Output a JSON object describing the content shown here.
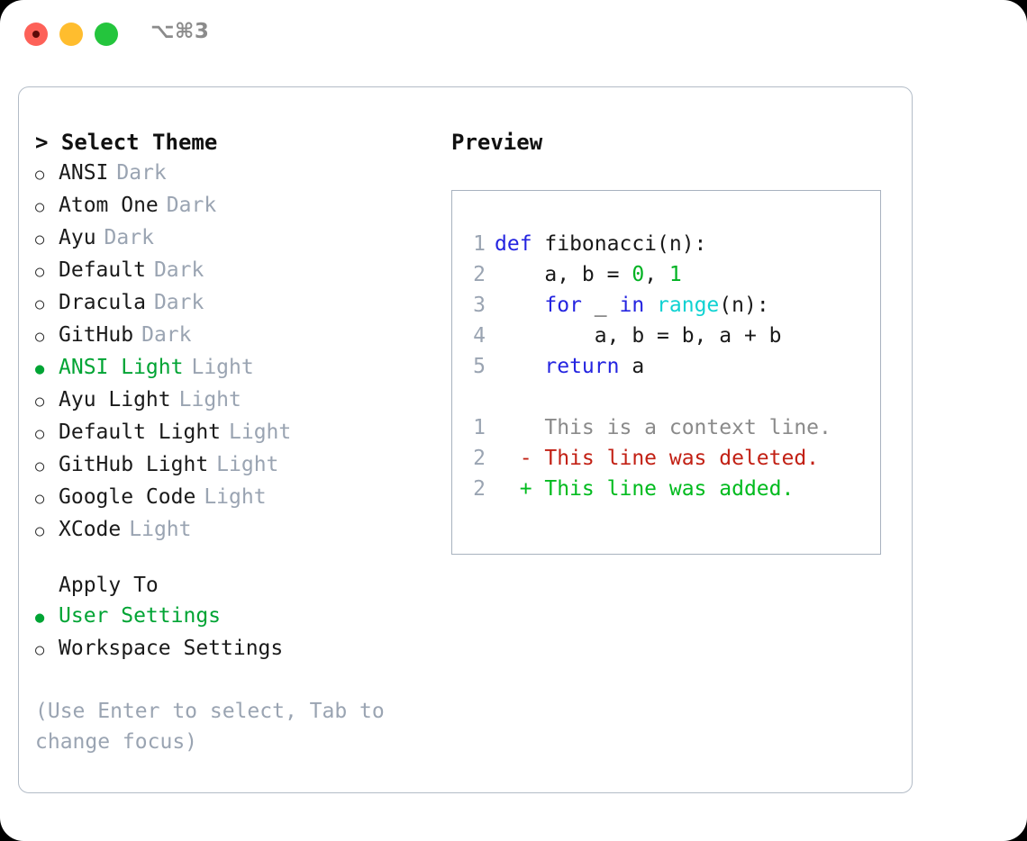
{
  "titlebar": {
    "shortcut": "⌥⌘3",
    "lights": [
      {
        "name": "close-button",
        "color": "#fd6158"
      },
      {
        "name": "minimize-button",
        "color": "#ffbd2e"
      },
      {
        "name": "maximize-button",
        "color": "#24c53d"
      }
    ]
  },
  "left": {
    "heading": "> Select Theme",
    "themes": [
      {
        "bullet": "○",
        "name": "ANSI",
        "tag": "Dark",
        "selected": false
      },
      {
        "bullet": "○",
        "name": "Atom One",
        "tag": "Dark",
        "selected": false
      },
      {
        "bullet": "○",
        "name": "Ayu",
        "tag": "Dark",
        "selected": false
      },
      {
        "bullet": "○",
        "name": "Default",
        "tag": "Dark",
        "selected": false
      },
      {
        "bullet": "○",
        "name": "Dracula",
        "tag": "Dark",
        "selected": false
      },
      {
        "bullet": "○",
        "name": "GitHub",
        "tag": "Dark",
        "selected": false
      },
      {
        "bullet": "●",
        "name": "ANSI Light",
        "tag": "Light",
        "selected": true
      },
      {
        "bullet": "○",
        "name": "Ayu Light",
        "tag": "Light",
        "selected": false
      },
      {
        "bullet": "○",
        "name": "Default Light",
        "tag": "Light",
        "selected": false
      },
      {
        "bullet": "○",
        "name": "GitHub Light",
        "tag": "Light",
        "selected": false
      },
      {
        "bullet": "○",
        "name": "Google Code",
        "tag": "Light",
        "selected": false
      },
      {
        "bullet": "○",
        "name": "XCode",
        "tag": "Light",
        "selected": false
      }
    ],
    "apply_to_heading": "Apply To",
    "apply_to": [
      {
        "bullet": "●",
        "name": "User Settings",
        "selected": true
      },
      {
        "bullet": "○",
        "name": "Workspace Settings",
        "selected": false
      }
    ],
    "hint": "(Use Enter to select, Tab to change focus)"
  },
  "right": {
    "heading": "Preview",
    "code_lines": [
      {
        "ln": "1",
        "tokens": [
          {
            "t": "def ",
            "c": "kw"
          },
          {
            "t": "fibonacci(n):",
            "c": "id"
          }
        ]
      },
      {
        "ln": "2",
        "tokens": [
          {
            "t": "    a, b = ",
            "c": "id"
          },
          {
            "t": "0",
            "c": "num"
          },
          {
            "t": ", ",
            "c": "id"
          },
          {
            "t": "1",
            "c": "num"
          }
        ]
      },
      {
        "ln": "3",
        "tokens": [
          {
            "t": "    ",
            "c": "id"
          },
          {
            "t": "for",
            "c": "kw"
          },
          {
            "t": " _ ",
            "c": "id"
          },
          {
            "t": "in",
            "c": "kw"
          },
          {
            "t": " ",
            "c": "id"
          },
          {
            "t": "range",
            "c": "fn"
          },
          {
            "t": "(n):",
            "c": "id"
          }
        ]
      },
      {
        "ln": "4",
        "tokens": [
          {
            "t": "        a, b = b, a + b",
            "c": "id"
          }
        ]
      },
      {
        "ln": "5",
        "tokens": [
          {
            "t": "    ",
            "c": "id"
          },
          {
            "t": "return",
            "c": "kw"
          },
          {
            "t": " a",
            "c": "id"
          }
        ]
      }
    ],
    "diff_lines": [
      {
        "ln": "1",
        "marker": " ",
        "text": "This is a context line.",
        "kind": "dif-ctx"
      },
      {
        "ln": "2",
        "marker": "-",
        "text": "This line was deleted.",
        "kind": "dif-del"
      },
      {
        "ln": "2",
        "marker": "+",
        "text": "This line was added.",
        "kind": "dif-add"
      }
    ]
  },
  "colors": {
    "accent_green": "#00a434",
    "keyword_blue": "#2424e0",
    "function_cyan": "#0fd2d2",
    "number_green": "#00b222",
    "diff_delete_red": "#c22014",
    "diff_add_green": "#00bb1e",
    "muted_gray": "#9aa4b2",
    "border_gray": "#b3bcc7"
  }
}
